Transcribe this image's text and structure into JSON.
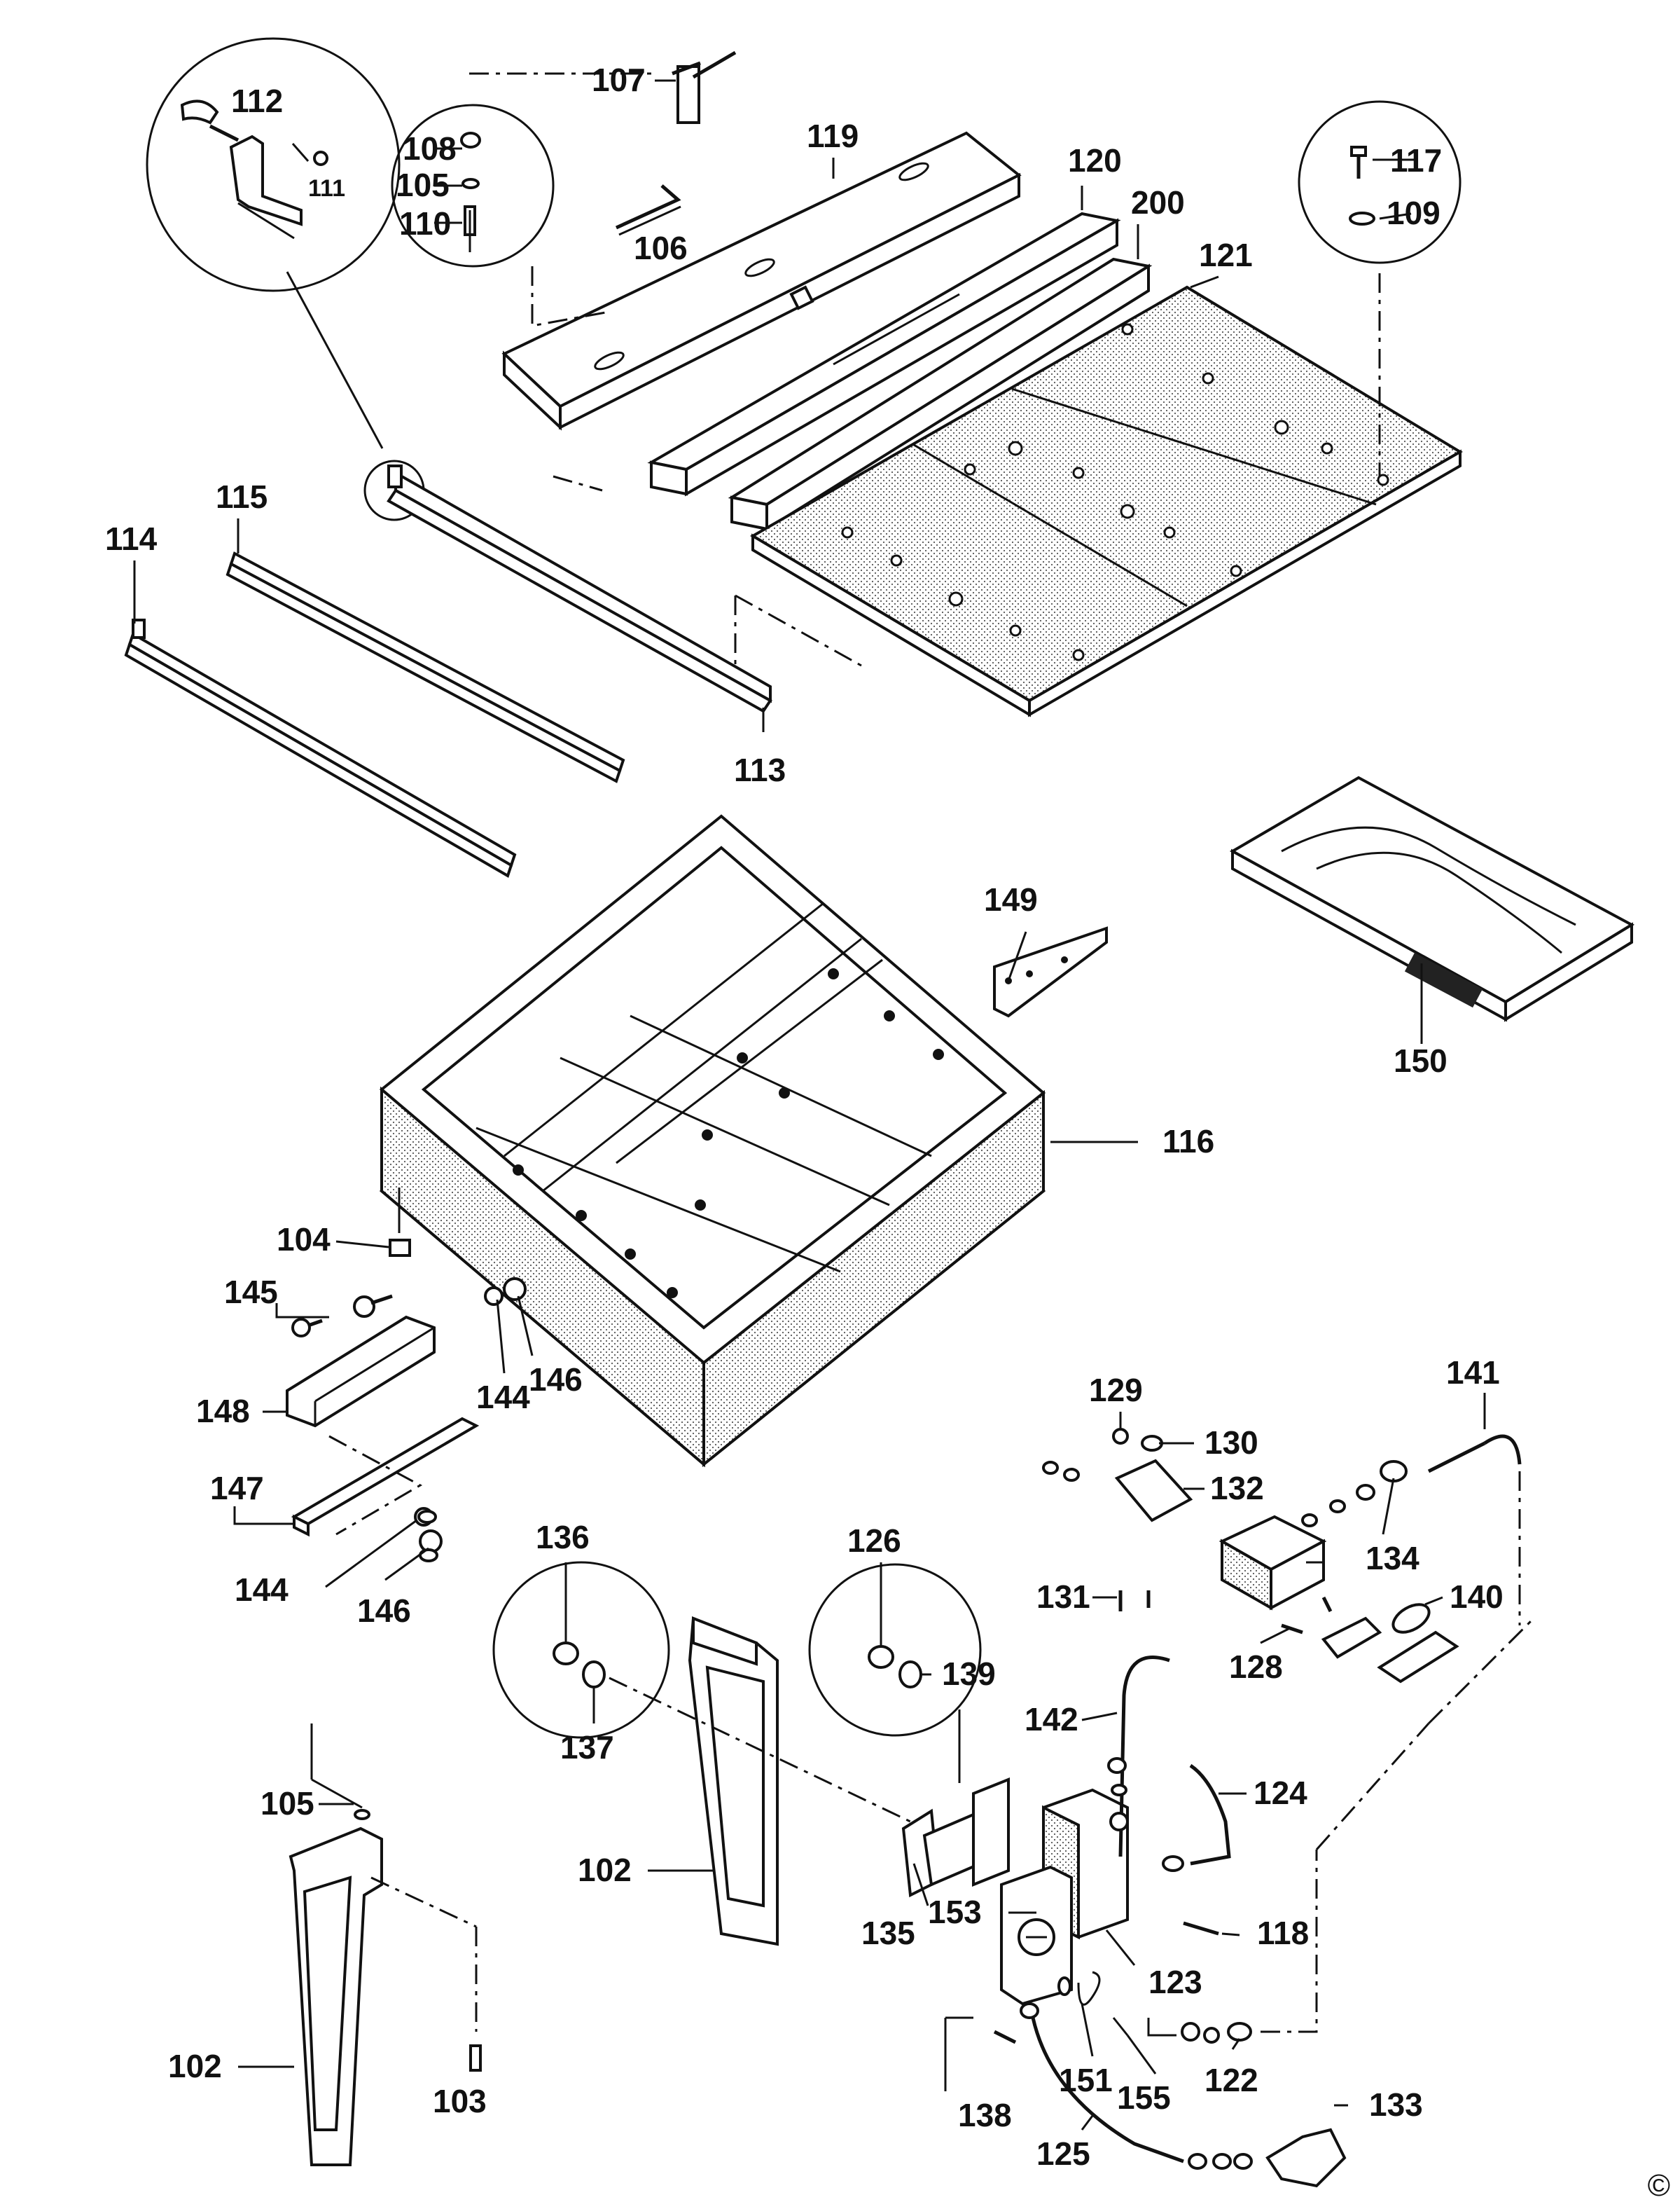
{
  "labels": {
    "p107": "107",
    "p112": "112",
    "p111": "111",
    "p108": "108",
    "p105a": "105",
    "p110": "110",
    "p106": "106",
    "p119": "119",
    "p120": "120",
    "p200": "200",
    "p121": "121",
    "p117": "117",
    "p109": "109",
    "p115": "115",
    "p114": "114",
    "p113": "113",
    "p149": "149",
    "p150": "150",
    "p116": "116",
    "p104": "104",
    "p145": "145",
    "p148": "148",
    "p144a": "144",
    "p146a": "146",
    "p147": "147",
    "p144b": "144",
    "p146b": "146",
    "p129": "129",
    "p130": "130",
    "p141": "141",
    "p132": "132",
    "p134": "134",
    "p131": "131",
    "p140": "140",
    "p128": "128",
    "p136": "136",
    "p126": "126",
    "p139": "139",
    "p137": "137",
    "p142": "142",
    "p124": "124",
    "p105b": "105",
    "p102a": "102",
    "p135": "135",
    "p118": "118",
    "p153": "153",
    "p123": "123",
    "p102b": "102",
    "p103": "103",
    "p138": "138",
    "p151": "151",
    "p155": "155",
    "p122": "122",
    "p133": "133",
    "p125": "125"
  },
  "copyright": "©"
}
